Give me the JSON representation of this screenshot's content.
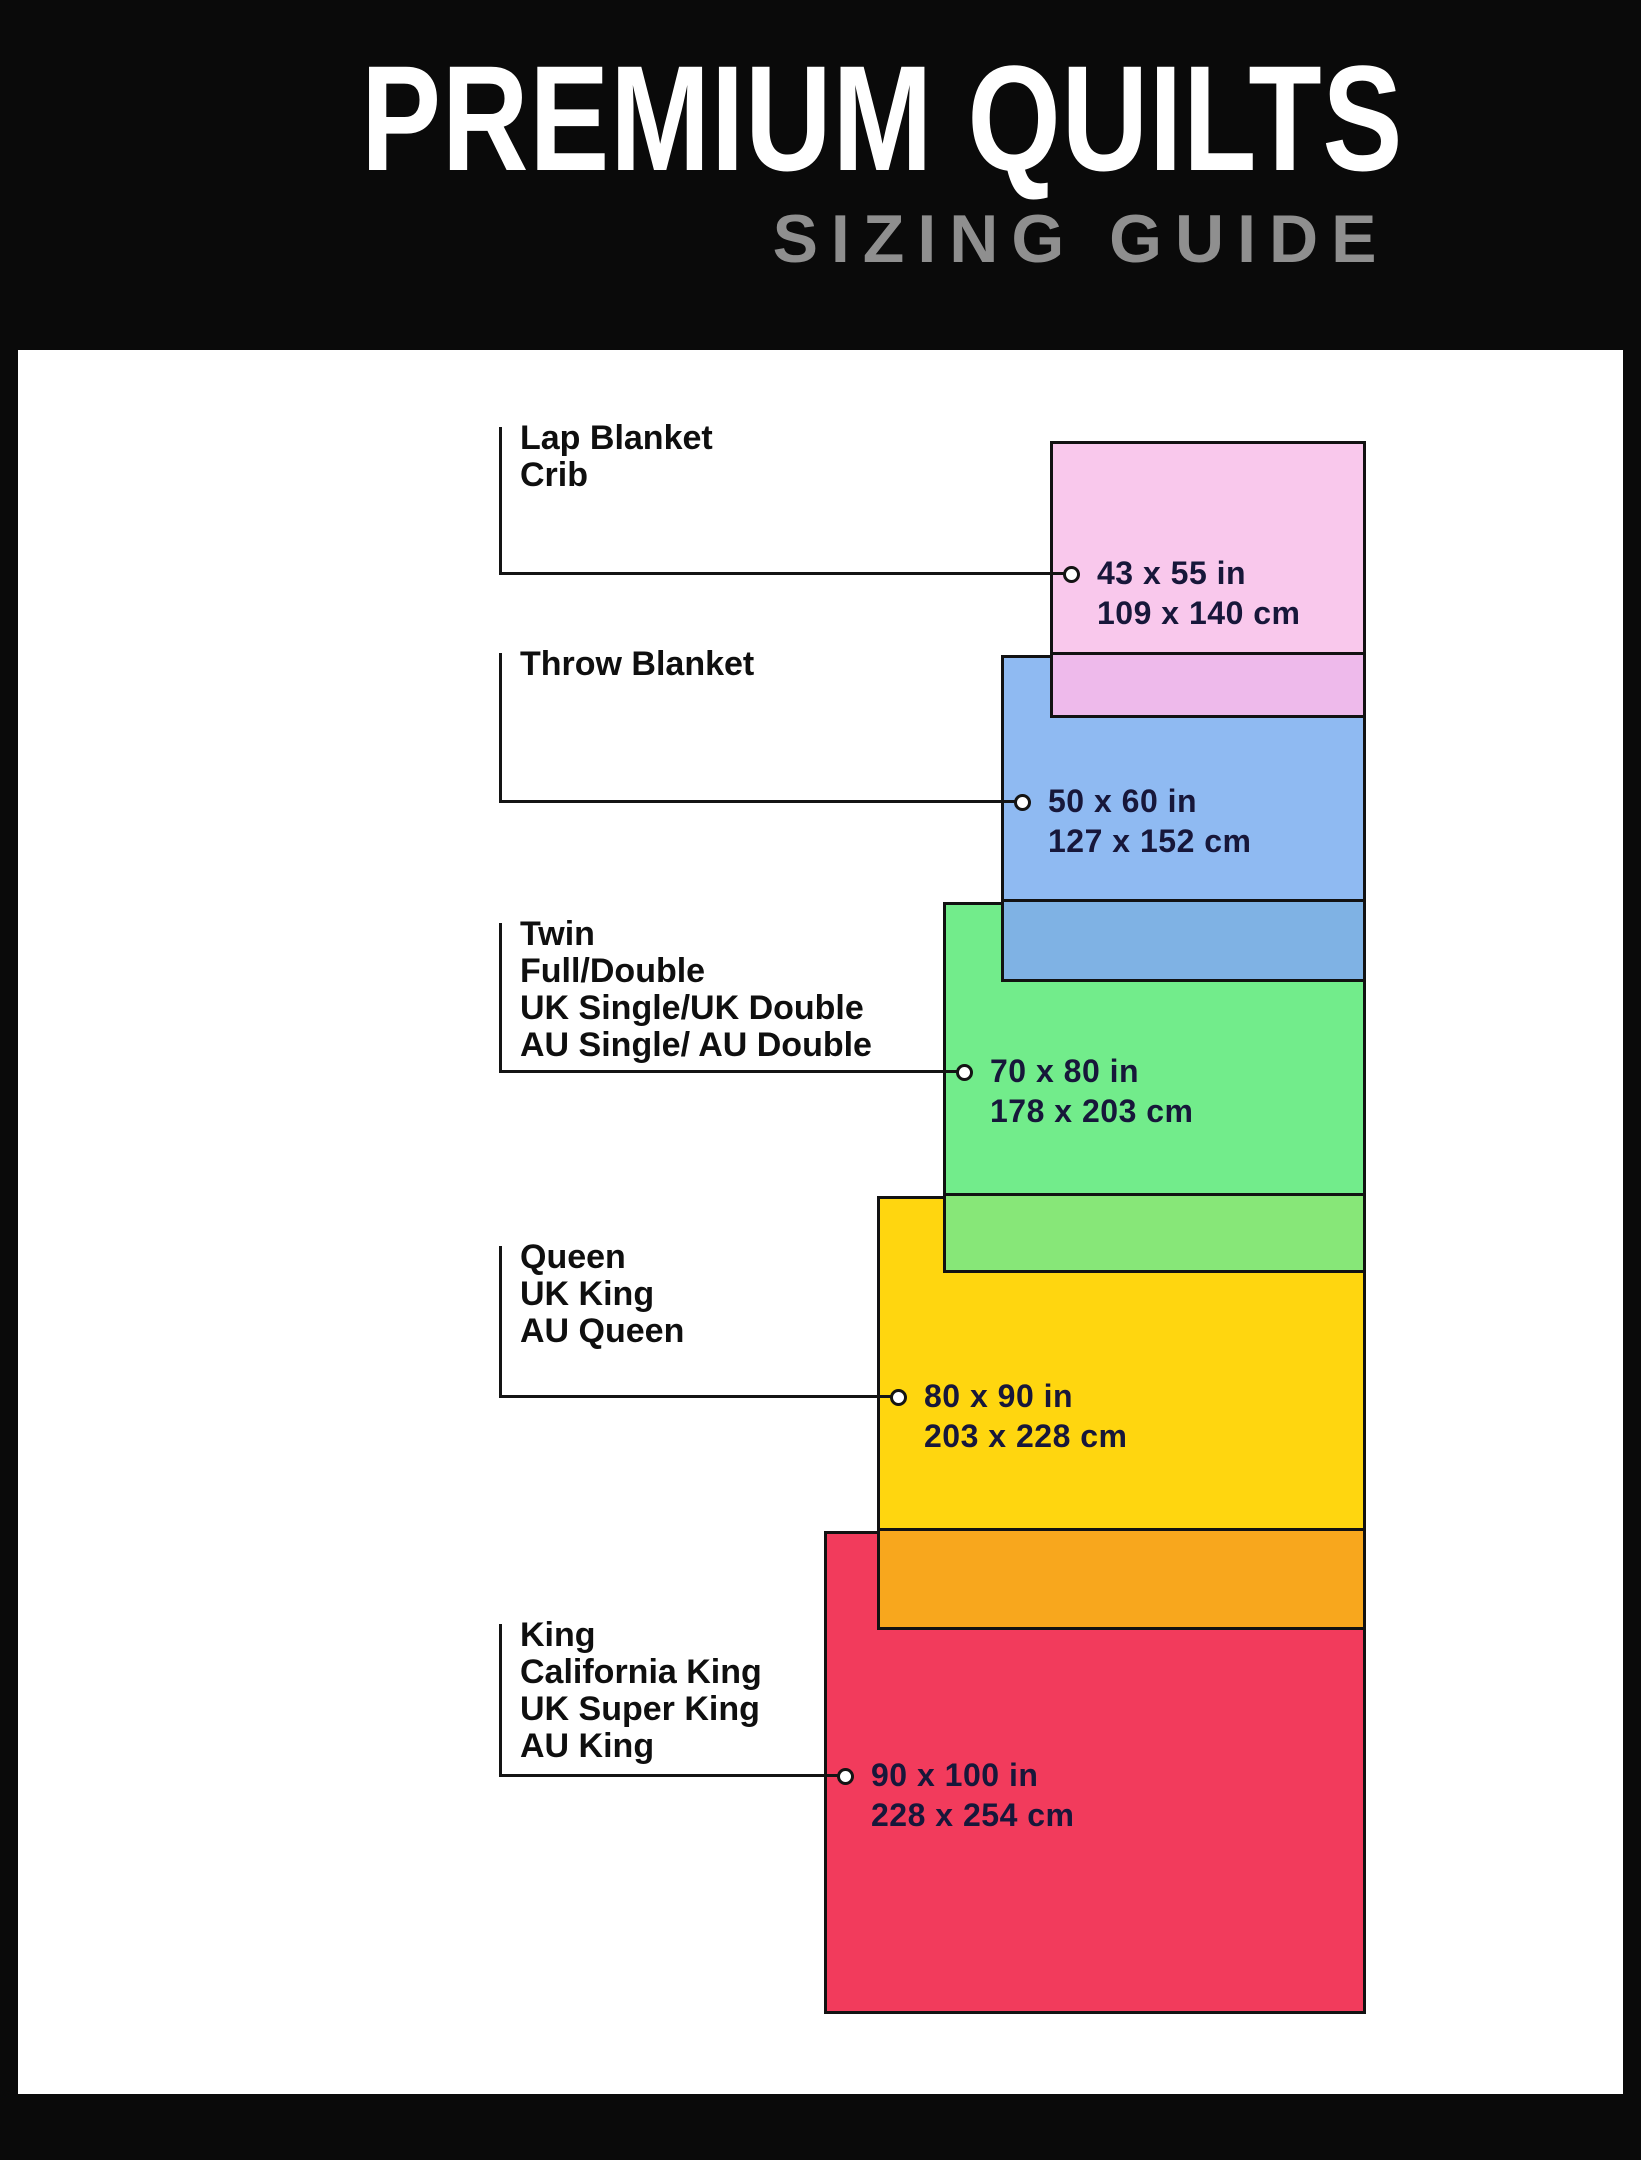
{
  "header": {
    "title": "PREMIUM QUILTS",
    "subtitle": "SIZING GUIDE"
  },
  "colors": {
    "background": "#0a0a0a",
    "canvas": "#ffffff",
    "line": "#141414",
    "label_text": "#0f0f0f",
    "annotation_text": "#17173a",
    "subtitle_gray": "#8f8f8f"
  },
  "sizes": [
    {
      "id": "lap-blanket-crib",
      "labels": [
        "Lap Blanket",
        "Crib"
      ],
      "inches": "43 x 55 in",
      "cm": "109 x 140 cm",
      "color": "#F9C8EC",
      "overlap_color": "#EEBAEB"
    },
    {
      "id": "throw-blanket",
      "labels": [
        "Throw Blanket"
      ],
      "inches": "50 x 60 in",
      "cm": "127 x 152 cm",
      "color": "#8FBAF2",
      "overlap_color": "#7FB2E4"
    },
    {
      "id": "twin-full-double",
      "labels": [
        "Twin",
        "Full/Double",
        "UK Single/UK Double",
        "AU Single/ AU Double"
      ],
      "inches": "70 x 80 in",
      "cm": "178 x 203 cm",
      "color": "#72EC8B",
      "overlap_color": "#87E778"
    },
    {
      "id": "queen-uk-king-au-queen",
      "labels": [
        "Queen",
        "UK King",
        "AU Queen"
      ],
      "inches": "80 x 90 in",
      "cm": "203 x 228 cm",
      "color": "#FFD60F",
      "overlap_color": "#F8A71D"
    },
    {
      "id": "king-california-king",
      "labels": [
        "King",
        "California King",
        "UK Super King",
        "AU King"
      ],
      "inches": "90 x 100 in",
      "cm": "228 x 254 cm",
      "color": "#F23B5C",
      "overlap_color": ""
    }
  ]
}
